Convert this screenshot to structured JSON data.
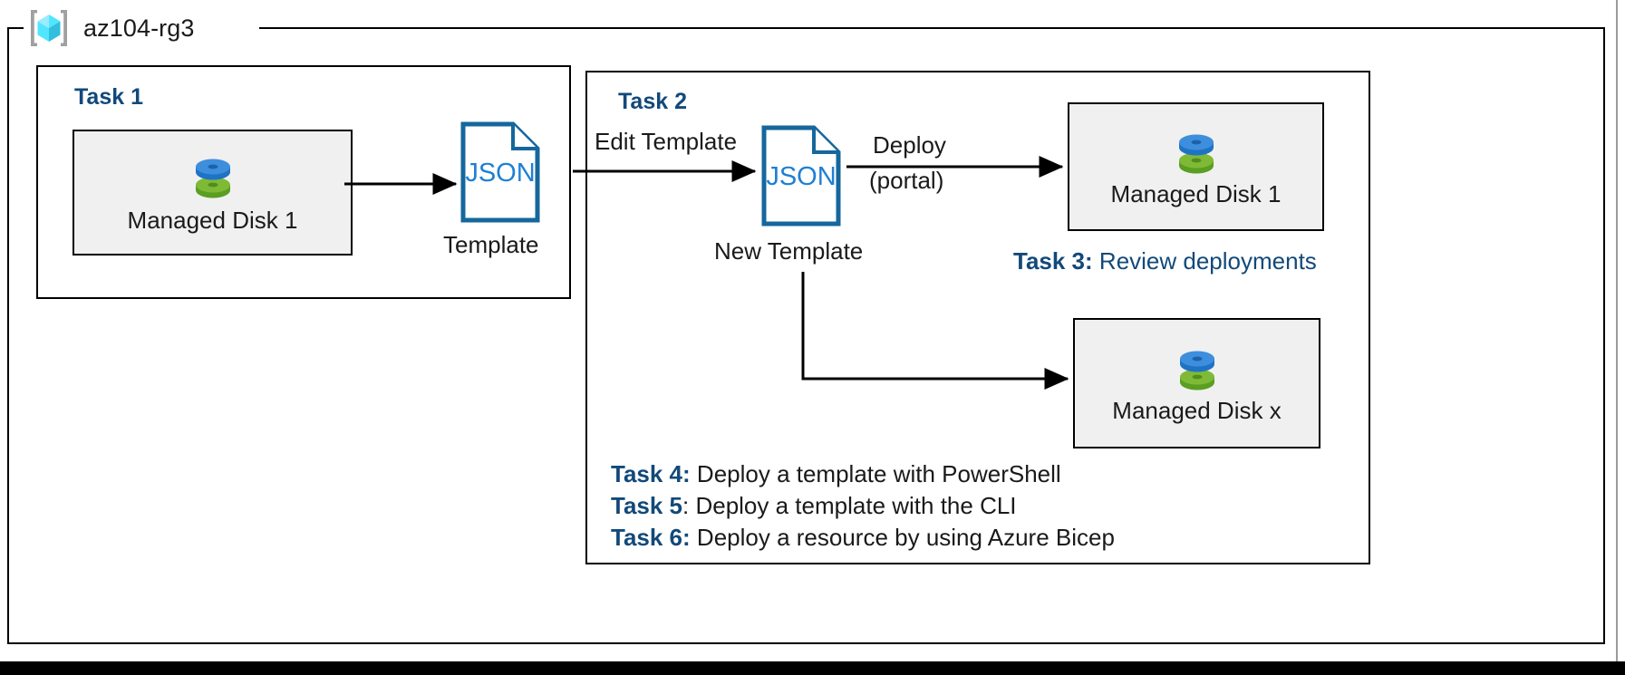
{
  "resource_group": {
    "name": "az104-rg3",
    "icon": "azure-resource-group-icon"
  },
  "colors": {
    "task_heading": "#12497a",
    "json_blue": "#1464b4",
    "json_outline": "#15679c",
    "tile_fill": "#f0f0f0",
    "tile_border": "#000000",
    "disk_top": "#3e8ede",
    "disk_bottom": "#70ad33",
    "text": "#1a1a1a",
    "rg_icon_cyan": "#50e6ff",
    "rg_icon_bracket": "#a0a0a0"
  },
  "task1": {
    "heading": "Task 1",
    "resource": {
      "label": "Managed Disk 1",
      "icon": "managed-disk-icon"
    },
    "template": {
      "icon_text": "JSON",
      "caption": "Template"
    }
  },
  "task2": {
    "heading": "Task 2",
    "edge_edit": "Edit Template",
    "new_template": {
      "icon_text": "JSON",
      "caption": "New Template"
    },
    "edge_deploy_line1": "Deploy",
    "edge_deploy_line2": "(portal)",
    "resource_top": {
      "label": "Managed Disk 1",
      "icon": "managed-disk-icon"
    },
    "resource_bottom": {
      "label": "Managed Disk x",
      "icon": "managed-disk-icon"
    }
  },
  "notes": {
    "task3": {
      "key": "Task 3:",
      "value": " Review deployments"
    },
    "task4": {
      "key": "Task 4:",
      "value": " Deploy a template with PowerShell"
    },
    "task5": {
      "key": "Task 5",
      "value": ": Deploy a template with the CLI"
    },
    "task6": {
      "key": "Task 6:",
      "value": " Deploy a resource by using Azure Bicep"
    }
  }
}
